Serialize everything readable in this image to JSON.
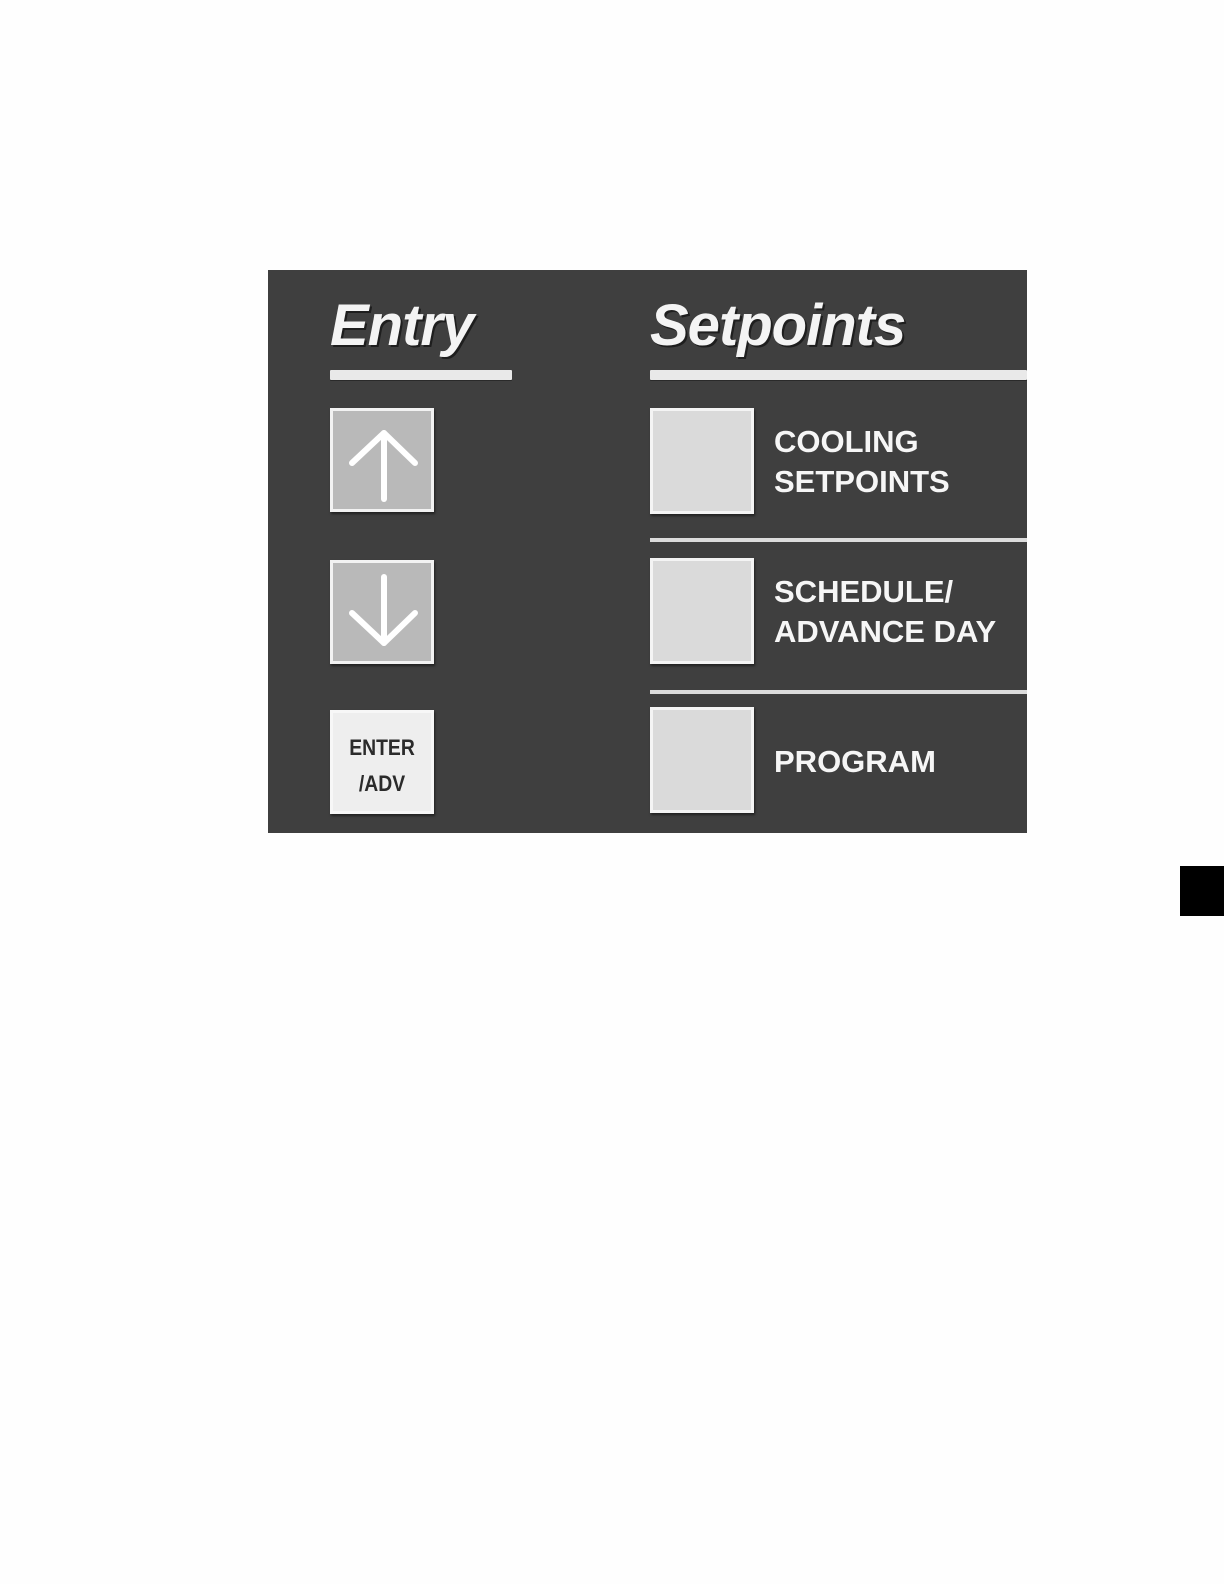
{
  "entry": {
    "heading": "Entry",
    "keys": [
      {
        "name": "up-arrow",
        "icon": "arrow-up-icon"
      },
      {
        "name": "down-arrow",
        "icon": "arrow-down-icon"
      }
    ],
    "enter_label_line1": "ENTER",
    "enter_label_line2": "/ADV"
  },
  "setpoints": {
    "heading": "Setpoints",
    "items": [
      {
        "line1": "COOLING",
        "line2": "SETPOINTS"
      },
      {
        "line1": "SCHEDULE/",
        "line2": "ADVANCE DAY"
      },
      {
        "line1": "PROGRAM"
      }
    ]
  },
  "colors": {
    "panel_background": "#3f3f3f",
    "key_face": "#dadada",
    "text": "#f6f6f6",
    "page_background": "#fefefe",
    "tab_marker": "#000000"
  }
}
